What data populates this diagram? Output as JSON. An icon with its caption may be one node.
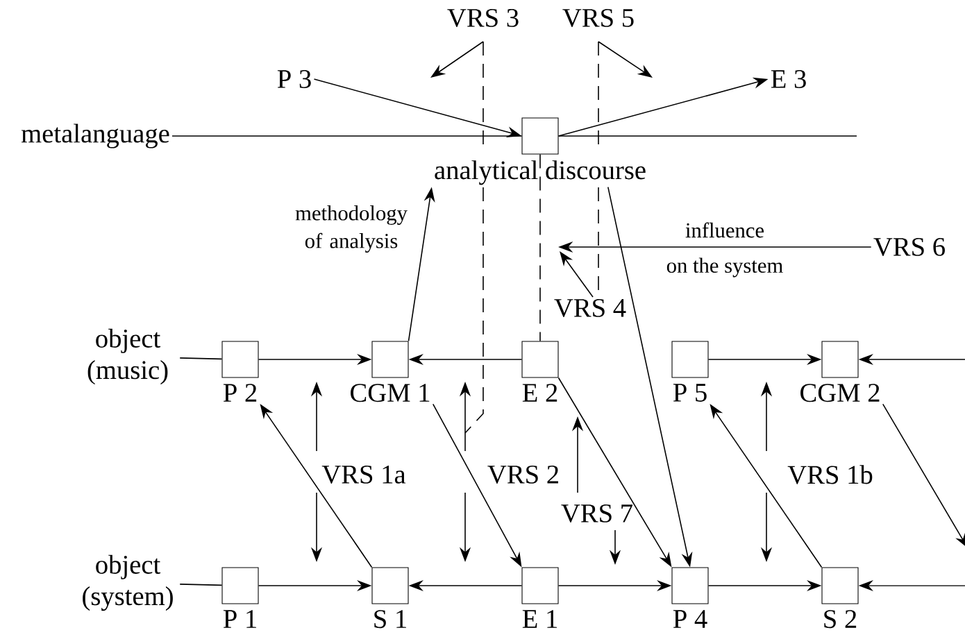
{
  "diagram": {
    "nodes": [
      {
        "text": [
          "metalanguage"
        ]
      },
      {
        "text": [
          "analytical discourse"
        ]
      },
      {
        "text": [
          "P 3"
        ]
      },
      {
        "text": [
          "E 3"
        ]
      },
      {
        "text": [
          "VRS 6"
        ]
      },
      {
        "text": [
          "object (music)"
        ]
      },
      {
        "text": [
          "P 2"
        ]
      },
      {
        "text": [
          "CGM 1"
        ]
      },
      {
        "text": [
          "E 2"
        ]
      },
      {
        "text": [
          "P 5"
        ]
      },
      {
        "text": [
          "CGM 2"
        ]
      },
      {
        "text": [
          "object (system)"
        ]
      },
      {
        "text": [
          "P 1"
        ]
      },
      {
        "text": [
          "S 1"
        ]
      },
      {
        "text": [
          "E 1"
        ]
      },
      {
        "text": [
          "P 4"
        ]
      },
      {
        "text": [
          "S 2"
        ]
      }
    ],
    "edges": [
      {
        "from": 0,
        "to": 1,
        "arrow": "none"
      },
      {
        "from": 1,
        "to": null,
        "arrow": "none"
      },
      {
        "from": 2,
        "to": 1,
        "arrow": "to"
      },
      {
        "from": 1,
        "to": 3,
        "arrow": "to"
      },
      {
        "from": 4,
        "to": null,
        "arrow": "to",
        "label": "influence on the system"
      },
      {
        "from": 7,
        "to": 1,
        "arrow": "to",
        "label": "methodology of analysis"
      },
      {
        "from": 1,
        "to": 8,
        "arrow": "none",
        "style": "dashed"
      },
      {
        "from": 1,
        "to": 15,
        "arrow": "to"
      },
      {
        "from": 5,
        "to": 6,
        "arrow": "none"
      },
      {
        "from": 6,
        "to": 7,
        "arrow": "to"
      },
      {
        "from": 8,
        "to": 7,
        "arrow": "to"
      },
      {
        "from": 9,
        "to": 10,
        "arrow": "to"
      },
      {
        "from": null,
        "to": 10,
        "arrow": "to"
      },
      {
        "from": 11,
        "to": 12,
        "arrow": "none"
      },
      {
        "from": 12,
        "to": 13,
        "arrow": "to"
      },
      {
        "from": 14,
        "to": 13,
        "arrow": "to"
      },
      {
        "from": 14,
        "to": 15,
        "arrow": "to"
      },
      {
        "from": 15,
        "to": 16,
        "arrow": "to"
      },
      {
        "from": null,
        "to": 16,
        "arrow": "to"
      },
      {
        "from": 7,
        "to": 14,
        "arrow": "to"
      },
      {
        "from": 8,
        "to": 15,
        "arrow": "to"
      },
      {
        "from": 13,
        "to": 6,
        "arrow": "to"
      },
      {
        "from": 16,
        "to": 9,
        "arrow": "to"
      },
      {
        "from": 10,
        "to": null,
        "arrow": "to"
      }
    ],
    "labels": [
      "VRS 3",
      "VRS 5",
      "VRS 4",
      "VRS 1a",
      "VRS 2",
      "VRS 1b",
      "VRS 7"
    ]
  }
}
